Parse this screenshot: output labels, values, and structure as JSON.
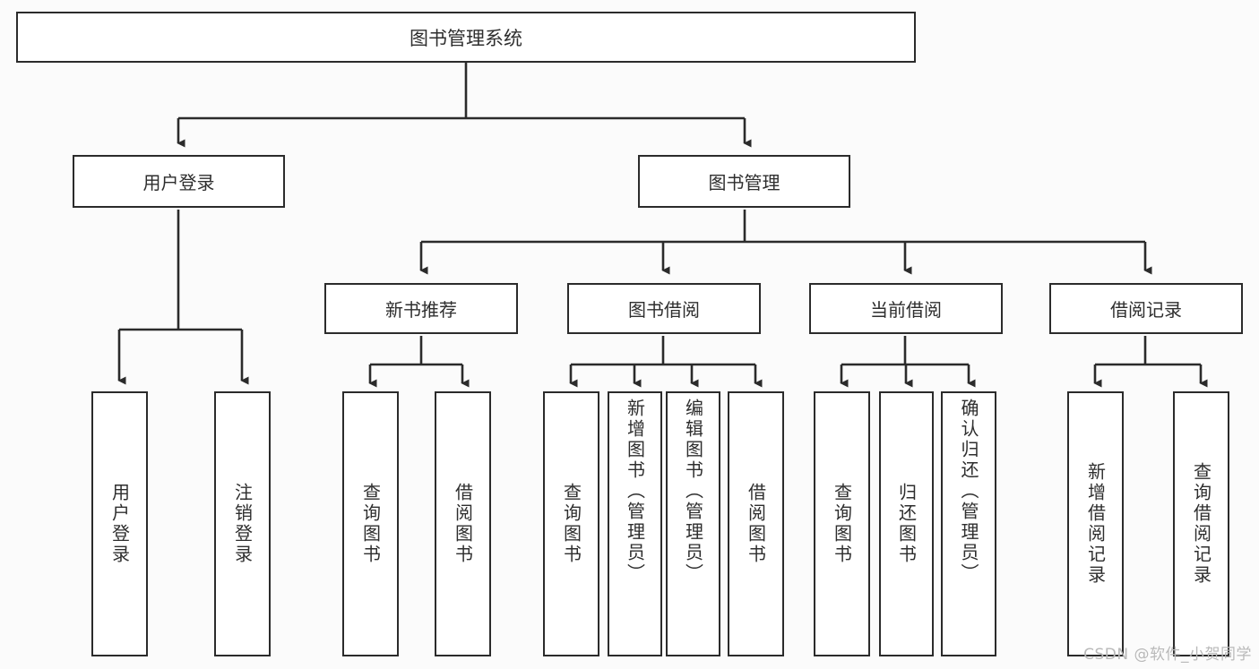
{
  "diagram": {
    "title": "图书管理系统",
    "type": "tree-structure-chart",
    "watermark": "CSDN @软件_小贺同学",
    "colors": {
      "background": "#fbfbfb",
      "box_fill": "#ffffff",
      "box_border": "#2b2b2b",
      "text": "#2e2e2e",
      "edge": "#2b2b2b",
      "watermark": "#b9b9b9"
    },
    "root": {
      "label": "图书管理系统"
    },
    "level2": [
      {
        "id": "user-login",
        "label": "用户登录"
      },
      {
        "id": "book-manage",
        "label": "图书管理"
      }
    ],
    "level3": [
      {
        "id": "new-book-recommend",
        "label": "新书推荐"
      },
      {
        "id": "book-borrow",
        "label": "图书借阅"
      },
      {
        "id": "current-borrow",
        "label": "当前借阅"
      },
      {
        "id": "borrow-record",
        "label": "借阅记录"
      }
    ],
    "leaves": {
      "user_login": [
        {
          "id": "leaf-user-login",
          "label": "用户登录"
        },
        {
          "id": "leaf-logout-login",
          "label": "注销登录"
        }
      ],
      "new_book_recommend": [
        {
          "id": "leaf-query-book-1",
          "label": "查询图书"
        },
        {
          "id": "leaf-borrow-book-1",
          "label": "借阅图书"
        }
      ],
      "book_borrow": [
        {
          "id": "leaf-query-book-2",
          "label": "查询图书"
        },
        {
          "id": "leaf-add-book-admin",
          "label": "新增图书（管理员）"
        },
        {
          "id": "leaf-edit-book-admin",
          "label": "编辑图书（管理员）"
        },
        {
          "id": "leaf-borrow-book-2",
          "label": "借阅图书"
        }
      ],
      "current_borrow": [
        {
          "id": "leaf-query-book-3",
          "label": "查询图书"
        },
        {
          "id": "leaf-return-book",
          "label": "归还图书"
        },
        {
          "id": "leaf-confirm-return-admin",
          "label": "确认归还（管理员）"
        }
      ],
      "borrow_record": [
        {
          "id": "leaf-add-borrow-record",
          "label": "新增借阅记录"
        },
        {
          "id": "leaf-query-borrow-record",
          "label": "查询借阅记录"
        }
      ]
    }
  }
}
